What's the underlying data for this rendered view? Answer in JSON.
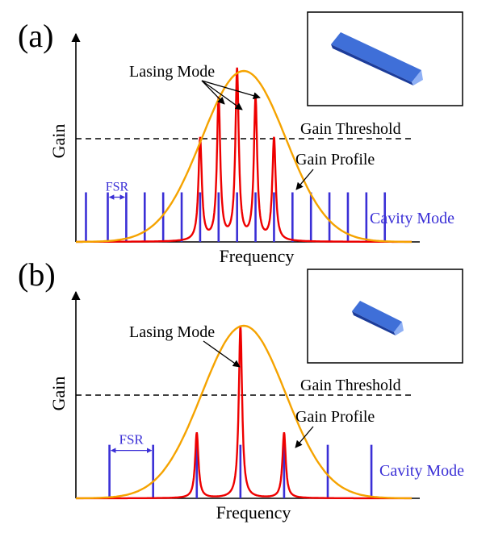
{
  "panels": [
    {
      "tag": "(a)",
      "y_label": "Gain",
      "x_label": "Frequency",
      "lasing_label": "Lasing Mode",
      "threshold_label": "Gain Threshold",
      "profile_label": "Gain Profile",
      "cavity_label": "Cavity Mode",
      "fsr_label": "FSR",
      "threshold_level": 0.6,
      "cavity_mode_level": 0.29,
      "mode_positions": [
        0.03,
        0.095,
        0.15,
        0.205,
        0.26,
        0.315,
        0.37,
        0.425,
        0.48,
        0.535,
        0.59,
        0.645,
        0.7,
        0.755,
        0.81,
        0.865,
        0.92
      ],
      "lasing_peaks": [
        0.6,
        0.83,
        1.0,
        0.83,
        0.6
      ],
      "fsr_span": [
        0.095,
        0.15
      ],
      "prism": "long"
    },
    {
      "tag": "(b)",
      "y_label": "Gain",
      "x_label": "Frequency",
      "lasing_label": "Lasing Mode",
      "threshold_label": "Gain Threshold",
      "profile_label": "Gain Profile",
      "cavity_label": "Cavity Mode",
      "fsr_label": "FSR",
      "threshold_level": 0.6,
      "cavity_mode_level": 0.31,
      "mode_positions": [
        0.1,
        0.23,
        0.36,
        0.49,
        0.62,
        0.75,
        0.88
      ],
      "lasing_peaks": [
        0.38,
        1.0,
        0.38
      ],
      "fsr_span": [
        0.1,
        0.23
      ],
      "prism": "short"
    }
  ],
  "colors": {
    "axis": "#000000",
    "gain_profile": "#f5a300",
    "cavity_mode": "#3a2fd6",
    "lasing": "#ee0000",
    "prism_top": "#3f6fd8",
    "prism_side": "#1c3c9a",
    "prism_end": "#8fb0f5"
  }
}
